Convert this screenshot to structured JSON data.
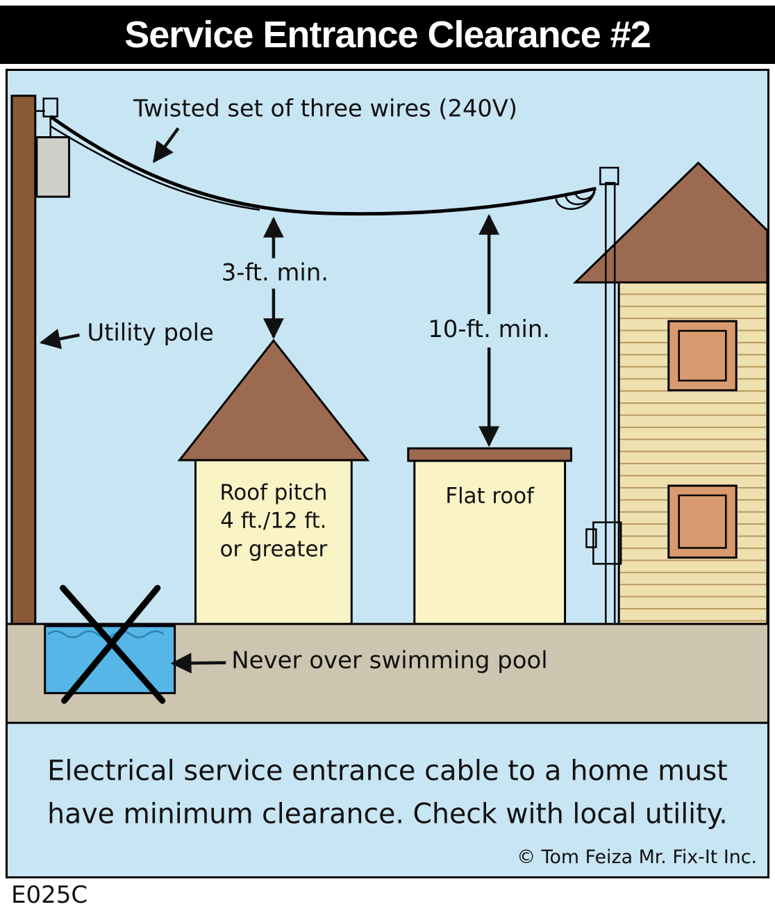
{
  "title": "Service Entrance Clearance #2",
  "figure_id": "E025C",
  "labels": {
    "wires": "Twisted set of three wires (240V)",
    "clearance_pitched": "3-ft. min.",
    "utility_pole": "Utility pole",
    "clearance_flat": "10-ft. min.",
    "roof_pitch_line1": "Roof pitch",
    "roof_pitch_line2": "4 ft./12 ft.",
    "roof_pitch_line3": "or greater",
    "flat_roof": "Flat roof",
    "pool_warning": "Never over swimming pool"
  },
  "caption": {
    "line1": "Electrical service entrance cable to a home must",
    "line2": "have minimum clearance.  Check with local utility.",
    "copyright": "© Tom Feiza Mr. Fix-It Inc."
  },
  "colors": {
    "sky": "#c8e5f3",
    "ground": "#cdc5b0",
    "pool_water": "#55b6e7",
    "roof_brown": "#9c6a50",
    "pole_brown": "#8a5a38",
    "house_cream": "#faf3c6",
    "siding_tan": "#efe0b0",
    "trim_tan": "#e9b98d",
    "window_frame": "#d89a6e",
    "transformer_gray": "#cfcfca",
    "title_bg": "#000000",
    "title_text": "#ffffff",
    "ink": "#111111"
  }
}
